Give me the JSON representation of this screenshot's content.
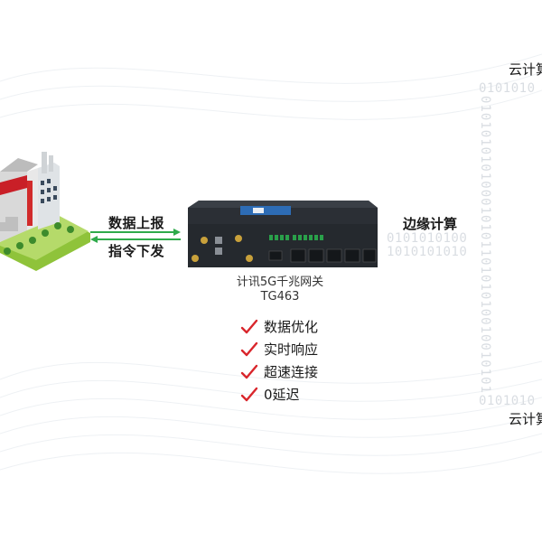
{
  "links": {
    "upload_label": "数据上报",
    "download_label": "指令下发",
    "arrow_color": "#2eaa4a"
  },
  "device": {
    "name_line1": "计讯5G千兆网关",
    "name_line2": "TG463"
  },
  "features": [
    {
      "label": "数据优化"
    },
    {
      "label": "实时响应"
    },
    {
      "label": "超速连接"
    },
    {
      "label": "0延迟"
    }
  ],
  "check_color": "#d9262c",
  "edge": {
    "label": "边缘计算"
  },
  "cloud": {
    "top_label": "云计算",
    "bottom_label": "云计算"
  },
  "binary": {
    "top_row": "0101010",
    "edge_row1": "0101010100",
    "edge_row2": "1010101010",
    "bottom_row": "0101010",
    "column": "0101010101000101011010101001001010100101010101"
  }
}
